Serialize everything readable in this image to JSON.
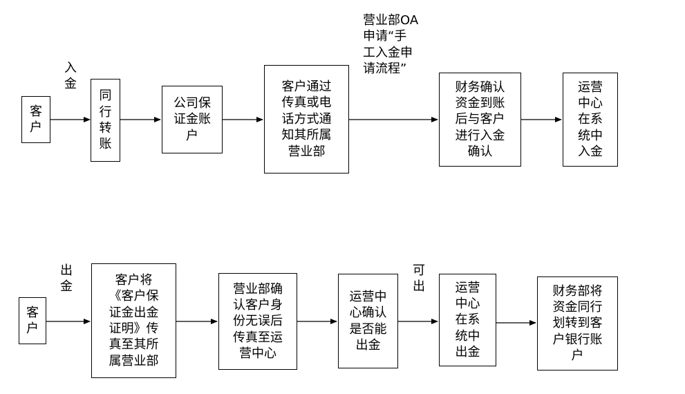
{
  "deposit_flow": {
    "labels": {
      "deposit": "入\n金",
      "oa_request": "营业部OA\n申请“手\n工入金申\n请流程”"
    },
    "nodes": {
      "customer": "客\n户",
      "bank_transfer": "同\n行\n转\n账",
      "company_margin_account": "公司保\n证金账\n户",
      "notify_branch": "客户通过\n传真或电\n话方式通\n知其所属\n营业部",
      "finance_confirm": "财务确认\n资金到账\n后与客户\n进行入金\n确认",
      "ops_system_deposit": "运营\n中心\n在系\n统中\n入金"
    }
  },
  "withdrawal_flow": {
    "labels": {
      "withdrawal": "出\n金",
      "allowed": "可\n出"
    },
    "nodes": {
      "customer": "客\n户",
      "fax_certificate": "客户将\n《客户保\n证金出金\n证明》传\n真至其所\n属营业部",
      "branch_verify": "营业部确\n认客户身\n份无误后\n传真至运\n营中心",
      "ops_confirm": "运营中\n心确认\n是否能\n出金",
      "ops_system_withdraw": "运营\n中心\n在系\n统中\n出金",
      "finance_transfer": "财务部将\n资金同行\n划转到客\n户银行账\n户"
    }
  }
}
